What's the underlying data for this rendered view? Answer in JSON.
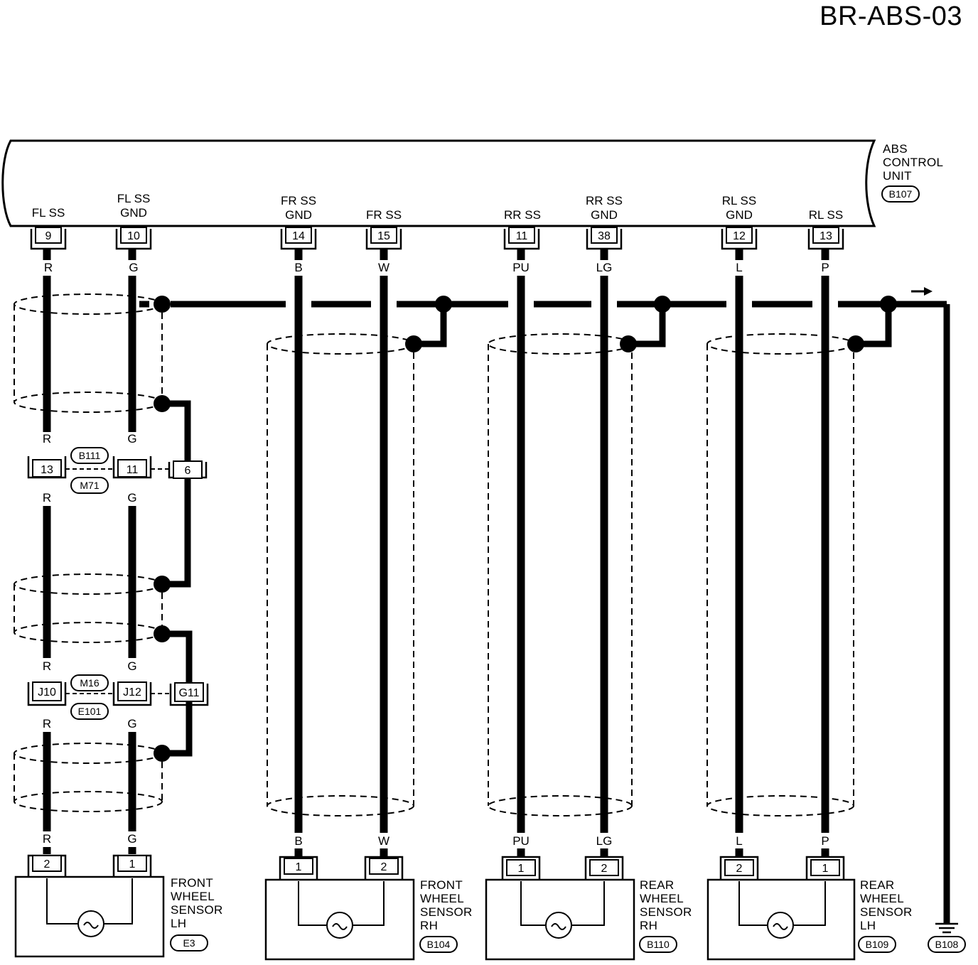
{
  "title": "BR-ABS-03",
  "abs_unit": {
    "lines": [
      "ABS",
      "CONTROL",
      "UNIT"
    ],
    "connector": "B107",
    "terminals": [
      {
        "name": [
          "FL SS"
        ],
        "pin": "9",
        "wire": "R"
      },
      {
        "name": [
          "FL SS",
          "GND"
        ],
        "pin": "10",
        "wire": "G"
      },
      {
        "name": [
          "FR SS",
          "GND"
        ],
        "pin": "14",
        "wire": "B"
      },
      {
        "name": [
          "FR SS"
        ],
        "pin": "15",
        "wire": "W"
      },
      {
        "name": [
          "RR SS"
        ],
        "pin": "11",
        "wire": "PU"
      },
      {
        "name": [
          "RR SS",
          "GND"
        ],
        "pin": "38",
        "wire": "LG"
      },
      {
        "name": [
          "RL SS",
          "GND"
        ],
        "pin": "12",
        "wire": "L"
      },
      {
        "name": [
          "RL SS"
        ],
        "pin": "13",
        "wire": "P"
      }
    ]
  },
  "joints": [
    {
      "connectors": [
        "B111",
        "M71"
      ],
      "pins": [
        "13",
        "11",
        "6"
      ],
      "wires_above": [
        "R",
        "G"
      ],
      "wires_below": [
        "R",
        "G"
      ]
    },
    {
      "connectors": [
        "M16",
        "E101"
      ],
      "pins": [
        "J10",
        "J12",
        "G11"
      ],
      "wires_above": [
        "R",
        "G"
      ],
      "wires_below": [
        "R",
        "G"
      ]
    }
  ],
  "sensors": [
    {
      "lines": [
        "FRONT",
        "WHEEL",
        "SENSOR",
        "LH"
      ],
      "connector": "E3",
      "pins": [
        "2",
        "1"
      ],
      "wires": [
        "R",
        "G"
      ]
    },
    {
      "lines": [
        "FRONT",
        "WHEEL",
        "SENSOR",
        "RH"
      ],
      "connector": "B104",
      "pins": [
        "1",
        "2"
      ],
      "wires": [
        "B",
        "W"
      ]
    },
    {
      "lines": [
        "REAR",
        "WHEEL",
        "SENSOR",
        "RH"
      ],
      "connector": "B110",
      "pins": [
        "1",
        "2"
      ],
      "wires": [
        "PU",
        "LG"
      ]
    },
    {
      "lines": [
        "REAR",
        "WHEEL",
        "SENSOR",
        "LH"
      ],
      "connector": "B109",
      "pins": [
        "2",
        "1"
      ],
      "wires": [
        "L",
        "P"
      ]
    }
  ],
  "ground": {
    "connector": "B108"
  },
  "colors": {
    "line": "#000000",
    "background": "#ffffff"
  }
}
